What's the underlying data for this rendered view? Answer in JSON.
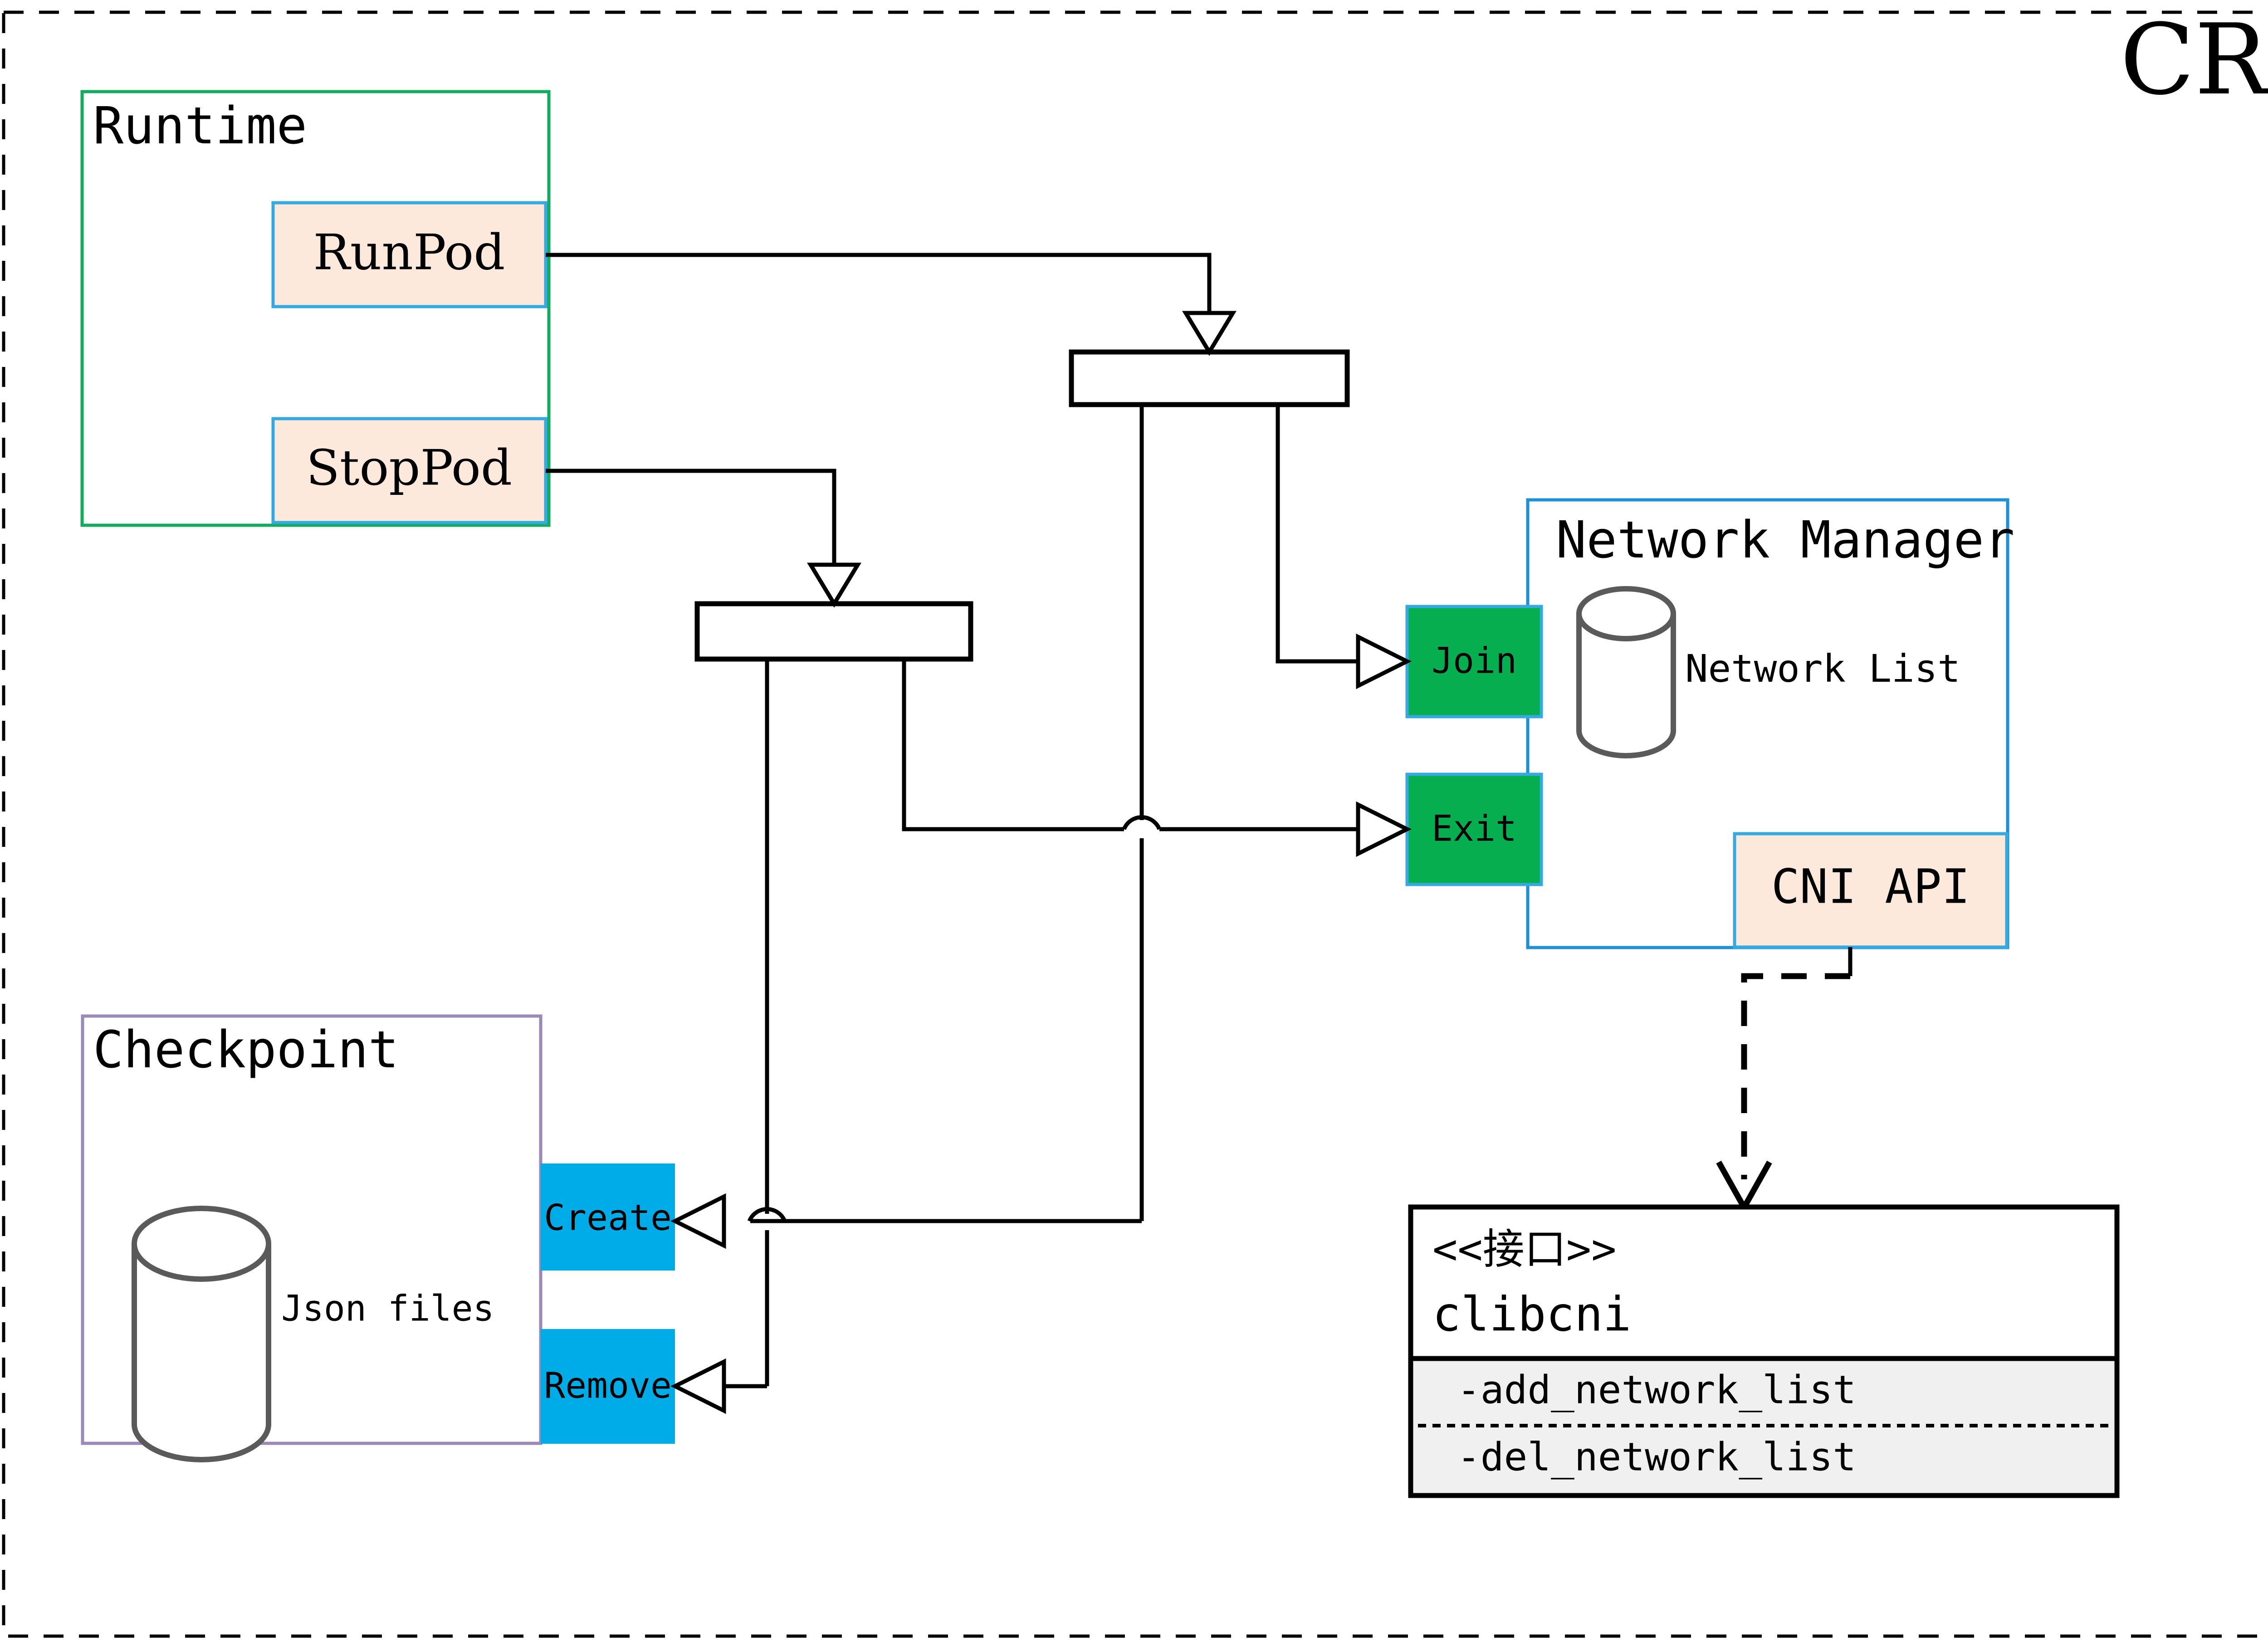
{
  "diagram": {
    "title": "CRI",
    "title_color": "#8a6a07",
    "outer_border_style": "dashed"
  },
  "groups": {
    "runtime": {
      "label": "Runtime",
      "border_color": "#13ab5e"
    },
    "checkpoint": {
      "label": "Checkpoint",
      "border_color": "#9b8ab8"
    },
    "network_manager": {
      "label": "Network Manager",
      "border_color": "#1f8fd8"
    }
  },
  "runtime_methods": [
    {
      "label": "RunPod",
      "fill": "#fce9dc",
      "border": "#35a9e0"
    },
    {
      "label": "StopPod",
      "fill": "#fce9dc",
      "border": "#35a9e0"
    }
  ],
  "network_manager_items": {
    "store_label": "Network List",
    "api_box": {
      "label": "CNI API",
      "fill": "#fce9dc",
      "border": "#35a9e0"
    },
    "ports": [
      {
        "label": "Join",
        "fill": "#05ae4f",
        "border": "#35a9e0"
      },
      {
        "label": "Exit",
        "fill": "#05ae4f",
        "border": "#35a9e0"
      }
    ]
  },
  "checkpoint_items": {
    "store_label": "Json files",
    "ports": [
      {
        "label": "Create",
        "fill": "#00ace8"
      },
      {
        "label": "Remove",
        "fill": "#00ace8"
      }
    ]
  },
  "interface_box": {
    "stereotype": "<<接口>>",
    "name": "clibcni",
    "methods": [
      "-add_network_list",
      "-del_network_list"
    ],
    "methods_fill": "#f0f0f0",
    "border": "#000000"
  },
  "fork_bars": [
    {
      "name": "runpod-fork-bar"
    },
    {
      "name": "stoppod-fork-bar"
    }
  ]
}
